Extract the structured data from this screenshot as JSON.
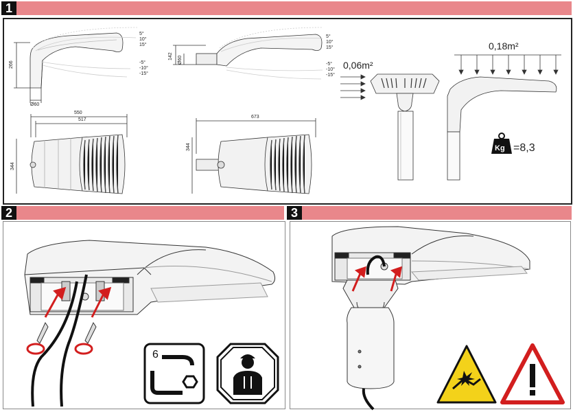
{
  "sections": [
    {
      "number": "1"
    },
    {
      "number": "2"
    },
    {
      "number": "3"
    }
  ],
  "dimensions": {
    "height_266": "266",
    "diameter_60_a": "Ø60",
    "height_142": "142",
    "diameter_60_b": "Ø60",
    "width_550": "550",
    "width_517": "517",
    "height_344_a": "344",
    "width_673": "673",
    "height_344_b": "344",
    "tilt_a": [
      "5°",
      "10°",
      "15°",
      "-5°",
      "-10°",
      "-15°"
    ],
    "tilt_b": [
      "5°",
      "10°",
      "15°",
      "-5°",
      "-10°",
      "-15°"
    ]
  },
  "wind": {
    "side_area": "0,06m²",
    "top_area": "0,18m²"
  },
  "weight": {
    "kg_label": "Kg",
    "value": "=8,3"
  },
  "tool": {
    "hex_key_size": "6"
  },
  "colors": {
    "band": "#e9878b",
    "accent_red": "#d21e1e",
    "warning_yellow": "#f3d21a"
  },
  "icons": [
    "hex-key-icon",
    "technician-icon",
    "crush-hazard-icon",
    "caution-icon",
    "weight-icon"
  ]
}
